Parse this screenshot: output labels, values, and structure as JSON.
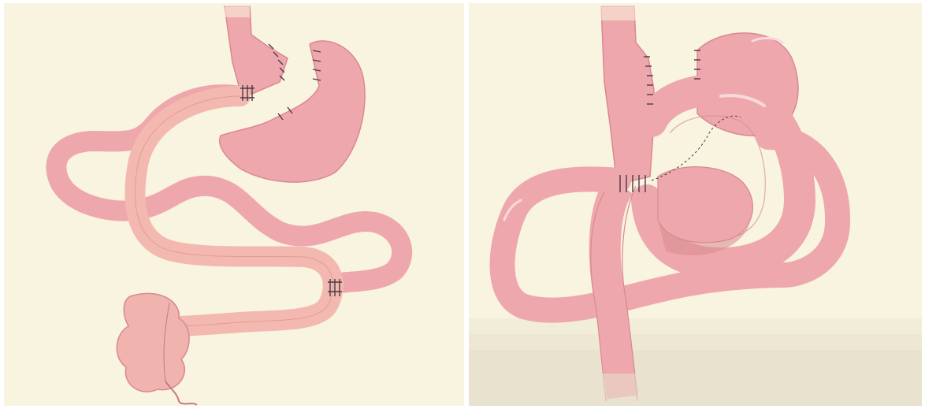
{
  "figure": {
    "panels": [
      {
        "name": "left",
        "depicts": "diagram-panel-left"
      },
      {
        "name": "right",
        "depicts": "diagram-panel-right"
      }
    ]
  },
  "colors": {
    "background": "#f9f4df",
    "tissue": "#eea8ad",
    "tissue_dark": "#d98890",
    "tissue_light": "#f4bcbf",
    "limb_overlay": "#f3b8b0",
    "outline": "#c97a85",
    "staple": "#4a3a44",
    "shadow": "#d9d3c0"
  }
}
